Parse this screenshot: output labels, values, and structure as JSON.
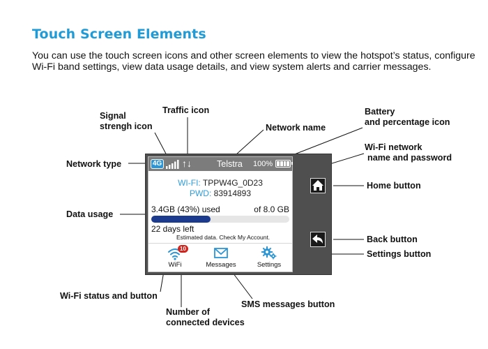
{
  "page": {
    "title": "Touch Screen Elements",
    "intro": "You can use the touch screen icons and other screen elements to view the hotspot’s status, configure Wi-Fi band settings, view data usage details, and view system alerts and carrier messages."
  },
  "callouts": {
    "signal_line1": "Signal",
    "signal_line2": "strengh icon",
    "traffic": "Traffic icon",
    "network_name": "Network name",
    "battery_line1": "Battery",
    "battery_line2": "and percentage icon",
    "wifi_network_line1": "Wi-Fi network",
    "wifi_network_line2": "name and password",
    "network_type": "Network type",
    "home_button": "Home button",
    "data_usage": "Data usage",
    "back_button": "Back button",
    "settings_button": "Settings button",
    "wifi_status": "Wi-Fi status and button",
    "sms_button": "SMS messages button",
    "connected_line1": "Number of",
    "connected_line2": "connected devices"
  },
  "device": {
    "status_bar": {
      "network_type": "4G",
      "traffic_glyph": "↑↓",
      "network_name": "Telstra",
      "battery_percent": "100%"
    },
    "wifi": {
      "name_label": "WI-FI:",
      "name_value": "TPPW4G_0D23",
      "pwd_label": "PWD:",
      "pwd_value": "83914893"
    },
    "usage": {
      "used": "3.4GB (43%) used",
      "total": "of 8.0 GB",
      "fraction": 0.43,
      "days_left": "22 days left",
      "note": "Estimated data. Check My Account."
    },
    "apps": {
      "wifi_label": "WiFi",
      "wifi_badge": "10",
      "messages_label": "Messages",
      "settings_label": "Settings"
    },
    "icons": {
      "home": "home-icon",
      "back": "back-arrow-icon",
      "wifi": "wifi-icon",
      "messages": "envelope-icon",
      "settings": "gear-icon"
    }
  },
  "colors": {
    "title": "#1f9bd7",
    "status_bar": "#7c7c7c",
    "usage_fill": "#1d3b8e",
    "badge": "#d0241c",
    "accent_icon": "#2b95d6"
  }
}
